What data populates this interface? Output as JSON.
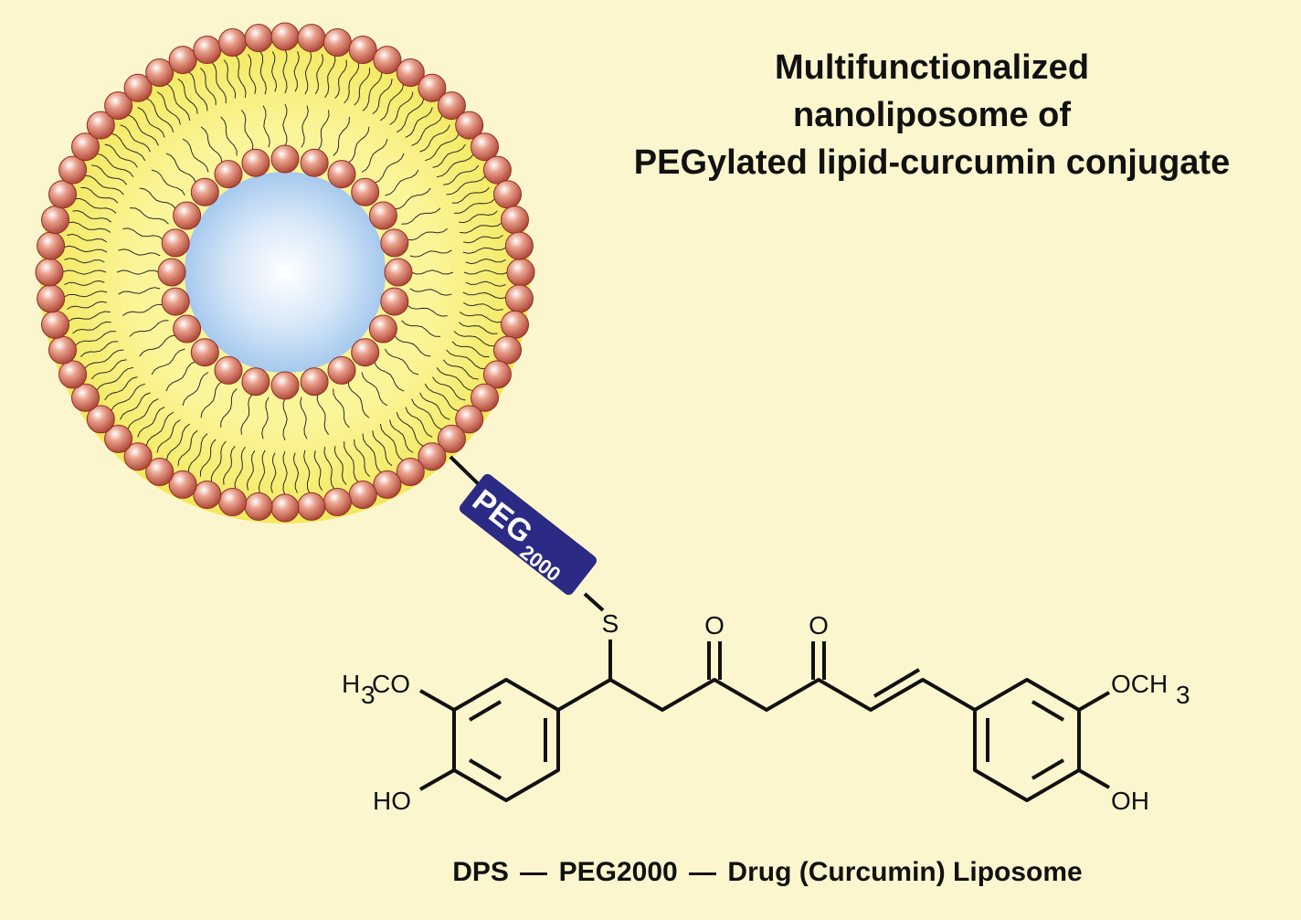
{
  "title": {
    "line1": "Multifunctionalized",
    "line2": "nanoliposome of",
    "line3": "PEGylated lipid-curcumin conjugate"
  },
  "peg_label": {
    "main": "PEG",
    "sub": "2000"
  },
  "atoms": {
    "sulfur": "S",
    "oxygen_1": "O",
    "oxygen_2": "O",
    "left_methoxy_h": "H",
    "left_methoxy_sub": "3",
    "left_methoxy_rest": "CO",
    "left_hydroxyl": "HO",
    "right_methoxy_main": "OCH",
    "right_methoxy_sub": "3",
    "right_hydroxyl": "OH"
  },
  "caption": {
    "part1": "DPS",
    "part2": "PEG2000",
    "part3": "Drug (Curcumin) Liposome"
  },
  "colors": {
    "background": "#fcf6cf",
    "bilayer": "#f6eb6a",
    "lipid_head": "#b8493a",
    "core": "#b4d4f2",
    "peg_box": "#2b2a85",
    "ink": "#111111"
  }
}
